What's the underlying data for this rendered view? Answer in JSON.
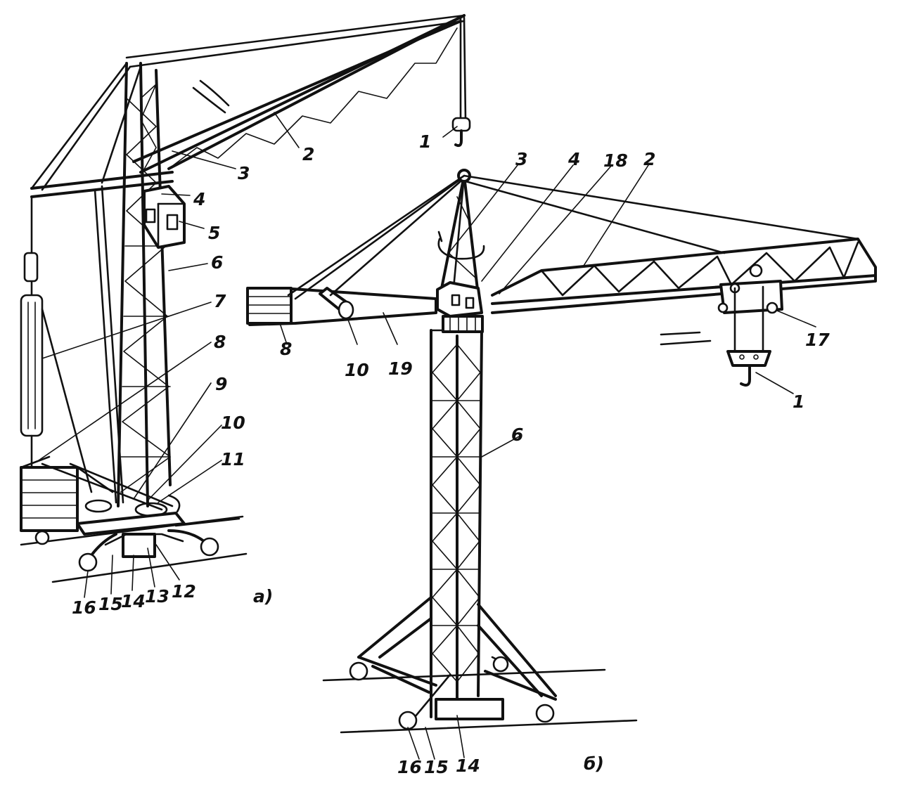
{
  "figure": {
    "panel_a": {
      "caption": "a)",
      "labels": [
        "1",
        "2",
        "3",
        "4",
        "5",
        "6",
        "7",
        "8",
        "9",
        "10",
        "11",
        "12",
        "13",
        "14",
        "15",
        "16"
      ]
    },
    "panel_b": {
      "caption": "б)",
      "labels": [
        "3",
        "4",
        "18",
        "2",
        "8",
        "10",
        "19",
        "17",
        "1",
        "6",
        "16",
        "15",
        "14"
      ]
    }
  }
}
